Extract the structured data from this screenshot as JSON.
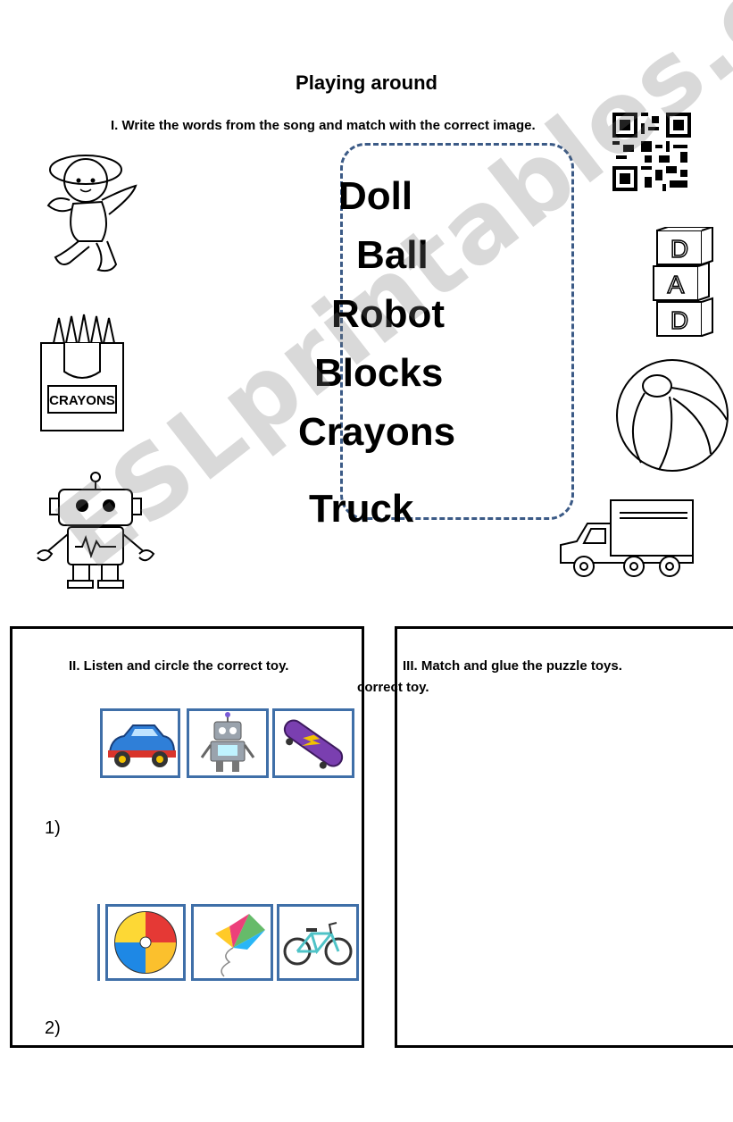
{
  "worksheet": {
    "title": "Playing around",
    "section1": {
      "instruction": "I. Write the words from the song and match with the correct image.",
      "words": [
        "Doll",
        "Ball",
        "Robot",
        "Blocks",
        "Crayons",
        "Truck"
      ],
      "crayons_box_label": "CRAYONS",
      "blocks_letters": [
        "D",
        "A",
        "D"
      ]
    },
    "section2": {
      "instruction": "II. Listen and circle the correct toy.",
      "overflow_text": "correct toy.",
      "row_numbers": [
        "1)",
        "2)"
      ]
    },
    "section3": {
      "instruction": "III. Match and glue the puzzle toys."
    },
    "watermark": "ESLprintables.com"
  }
}
